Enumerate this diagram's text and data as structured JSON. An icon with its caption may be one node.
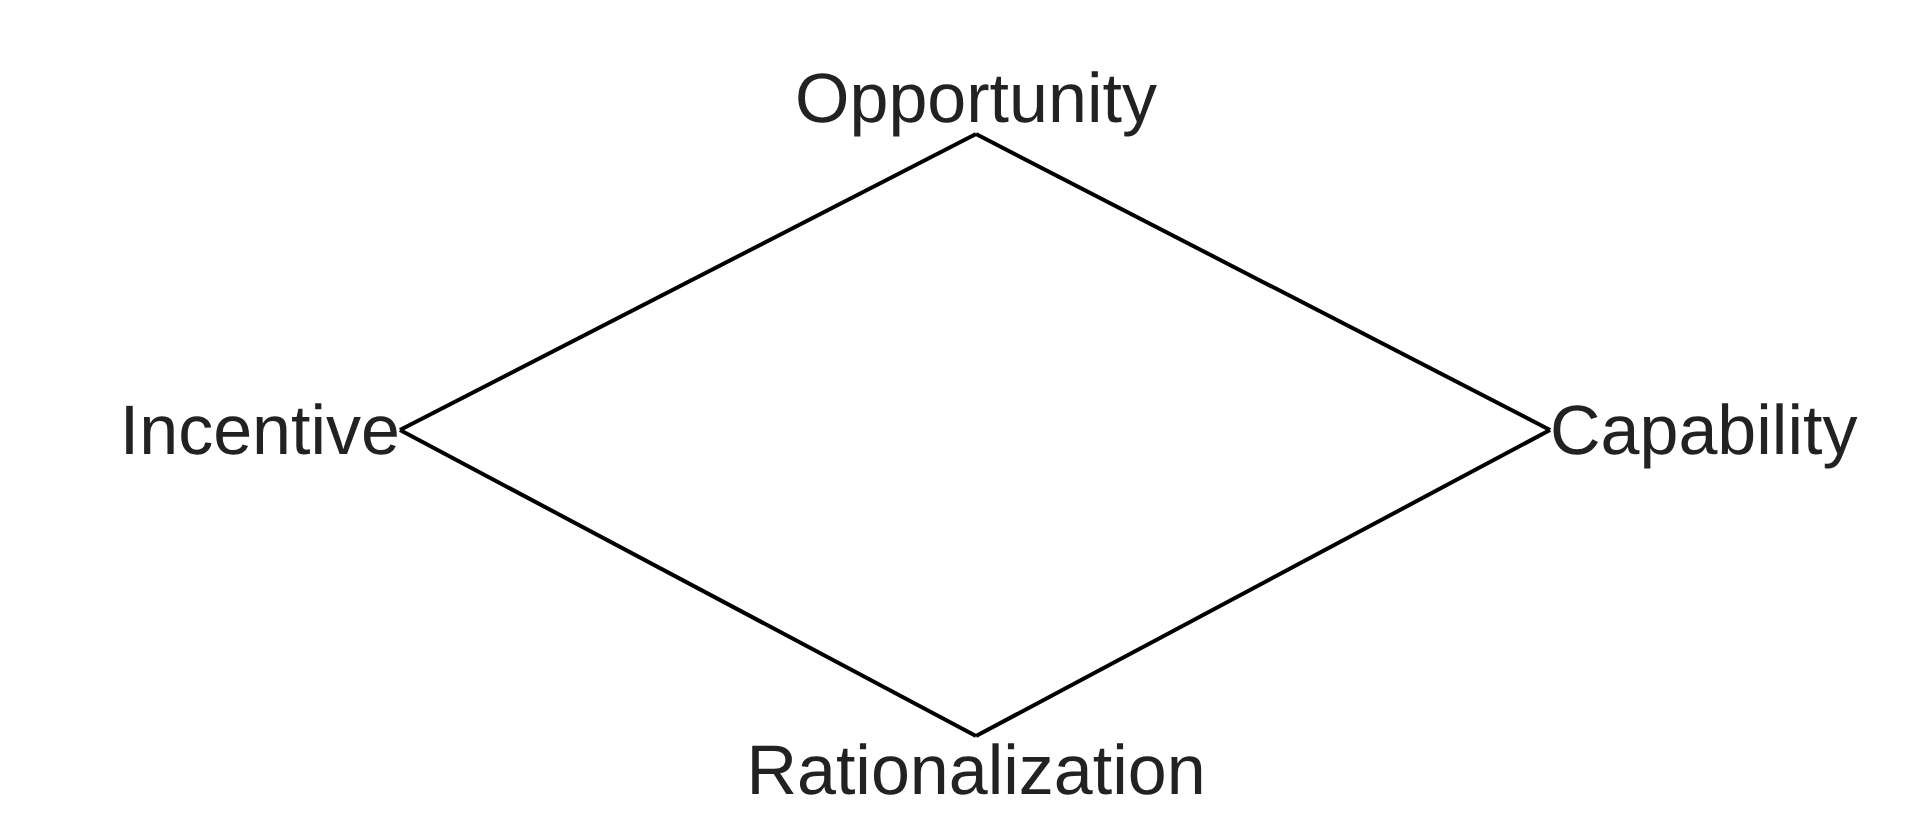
{
  "diagram": {
    "nodes": [
      {
        "text": [
          "Opportunity"
        ]
      },
      {
        "text": [
          "Incentive"
        ]
      },
      {
        "text": [
          "Capability"
        ]
      },
      {
        "text": [
          "Rationalization"
        ]
      }
    ],
    "edges": [
      {
        "from": 0,
        "to": 2,
        "arrow": "none"
      },
      {
        "from": 2,
        "to": 3,
        "arrow": "none"
      },
      {
        "from": 3,
        "to": 1,
        "arrow": "none"
      },
      {
        "from": 1,
        "to": 0,
        "arrow": "none"
      }
    ]
  }
}
